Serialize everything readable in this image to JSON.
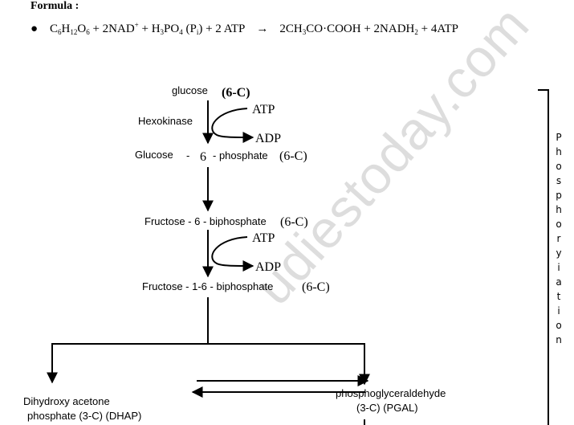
{
  "heading": "Formula :",
  "formula": {
    "bullet": "●",
    "lhs_c": "C",
    "lhs_c_sub": "6",
    "lhs_h": "H",
    "lhs_h_sub": "12",
    "lhs_o": "O",
    "lhs_o_sub": "6",
    "plus1": " + 2NAD",
    "nad_sup": "+",
    "plus2": " + H",
    "h_sub": "3",
    "po": "PO",
    "po_sub": "4",
    "pi_open": " (P",
    "pi_sub": "i",
    "pi_close": ") + 2 ATP",
    "arrow": "→",
    "rhs1": "2CH",
    "rhs1_sub": "3",
    "rhs2": "CO·COOH + 2NADH",
    "rhs2_sub": "2",
    "rhs3": " + 4ATP"
  },
  "diagram": {
    "glucose": "glucose",
    "glucose_c": "(6-C)",
    "atp1": "ATP",
    "hexokinase": "Hexokinase",
    "adp1": "ADP",
    "g6p_a": "Glucose",
    "g6p_b": "-",
    "g6p_c": "6",
    "g6p_d": "- phosphate",
    "g6p_c6": "(6-C)",
    "f6p": "Fructose - 6 - biphosphate",
    "f6p_c6": "(6-C)",
    "atp2": "ATP",
    "adp2": "ADP",
    "f16bp": "Fructose - 1-6 - biphosphate",
    "f16bp_c6": "(6-C)",
    "dhap_line1": "Dihydroxy acetone",
    "dhap_line2": "phosphate (3-C) (DHAP)",
    "pgal_line1": "phosphoglyceraldehyde",
    "pgal_line2": "(3-C) (PGAL)"
  },
  "side_label_letters": [
    "P",
    "h",
    "o",
    "s",
    "p",
    "h",
    "o",
    "r",
    "y",
    "i",
    "a",
    "t",
    "i",
    "o",
    "n"
  ],
  "watermark": "udiestoday.com"
}
